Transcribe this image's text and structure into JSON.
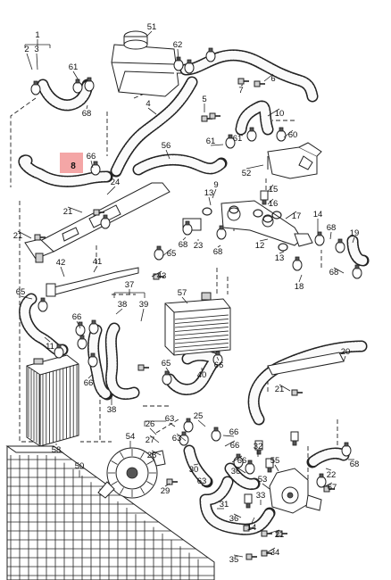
{
  "diagram": {
    "highlight_color": "#f4a6a6",
    "labels": {
      "l1": "1",
      "l2": "2",
      "l3": "3",
      "l4": "4",
      "l5": "5",
      "l6": "6",
      "l7": "7",
      "l8": "8",
      "l9": "9",
      "l10": "10",
      "l11": "11",
      "l12": "12",
      "l13a": "13",
      "l13b": "13",
      "l14a": "14",
      "l14b": "14",
      "l15": "15",
      "l16": "16",
      "l17": "17",
      "l18": "18",
      "l19": "19",
      "l20": "20",
      "l21a": "21",
      "l21b": "21",
      "l21c": "21",
      "l21d": "21",
      "l22": "22",
      "l23": "23",
      "l24": "24",
      "l25": "25",
      "l26": "26",
      "l27": "27",
      "l28": "28",
      "l29": "29",
      "l30": "30",
      "l31": "31",
      "l32": "32",
      "l33": "33",
      "l34": "34",
      "l35": "35",
      "l36a": "36",
      "l36b": "36",
      "l37": "37",
      "l38a": "38",
      "l38b": "38",
      "l39": "39",
      "l40": "40",
      "l41": "41",
      "l42": "42",
      "l43": "43",
      "l50": "50",
      "l51": "51",
      "l52": "52",
      "l53": "53",
      "l54": "54",
      "l55": "55",
      "l56": "56",
      "l57": "57",
      "l58": "58",
      "l60": "60",
      "l61a": "61",
      "l61b": "61",
      "l61c": "61",
      "l62": "62",
      "l63a": "63",
      "l63b": "63",
      "l63c": "63",
      "l65a": "65",
      "l65b": "65",
      "l65c": "65",
      "l66a": "66",
      "l66b": "66",
      "l66c": "66",
      "l66d": "66",
      "l66e": "66",
      "l66f": "66",
      "l66g": "66",
      "l67": "67",
      "l68a": "68",
      "l68b": "68",
      "l68c": "68",
      "l68d": "68",
      "l68e": "68",
      "l68f": "68"
    }
  }
}
